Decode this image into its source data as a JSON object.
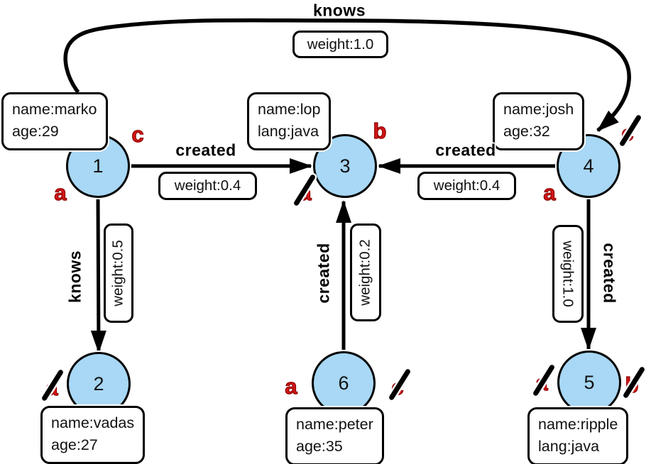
{
  "graph": {
    "nodes": [
      {
        "id": "1",
        "properties": [
          "name:marko",
          "age:29"
        ]
      },
      {
        "id": "2",
        "properties": [
          "name:vadas",
          "age:27"
        ]
      },
      {
        "id": "3",
        "properties": [
          "name:lop",
          "lang:java"
        ]
      },
      {
        "id": "4",
        "properties": [
          "name:josh",
          "age:32"
        ]
      },
      {
        "id": "5",
        "properties": [
          "name:ripple",
          "lang:java"
        ]
      },
      {
        "id": "6",
        "properties": [
          "name:peter",
          "age:35"
        ]
      }
    ],
    "edges": [
      {
        "id": "knows-1-4",
        "label": "knows",
        "weight": "weight:1.0",
        "from": "1",
        "to": "4"
      },
      {
        "id": "created-1-3",
        "label": "created",
        "weight": "weight:0.4",
        "from": "1",
        "to": "3"
      },
      {
        "id": "created-4-3",
        "label": "created",
        "weight": "weight:0.4",
        "from": "4",
        "to": "3"
      },
      {
        "id": "knows-1-2",
        "label": "knows",
        "weight": "weight:0.5",
        "from": "1",
        "to": "2"
      },
      {
        "id": "created-6-3",
        "label": "created",
        "weight": "weight:0.2",
        "from": "6",
        "to": "3"
      },
      {
        "id": "created-4-5",
        "label": "created",
        "weight": "weight:1.0",
        "from": "4",
        "to": "5"
      }
    ],
    "step_labels": [
      {
        "letter": "c",
        "node": "1",
        "struck": false
      },
      {
        "letter": "a",
        "node": "1",
        "struck": false
      },
      {
        "letter": "b",
        "node": "3",
        "struck": false
      },
      {
        "letter": "a",
        "node": "3",
        "struck": true
      },
      {
        "letter": "c",
        "node": "4",
        "struck": true
      },
      {
        "letter": "a",
        "node": "4",
        "struck": false
      },
      {
        "letter": "a",
        "node": "2",
        "struck": true
      },
      {
        "letter": "a",
        "node": "6",
        "struck": false
      },
      {
        "letter": "c",
        "node": "6",
        "struck": true
      },
      {
        "letter": "a",
        "node": "5",
        "struck": true
      },
      {
        "letter": "b",
        "node": "5",
        "struck": true
      }
    ],
    "colors": {
      "node_fill": "#a8d8f5",
      "edge_stroke": "#000000",
      "step_letter_red": "#d21616",
      "background": "#ffffff"
    }
  }
}
